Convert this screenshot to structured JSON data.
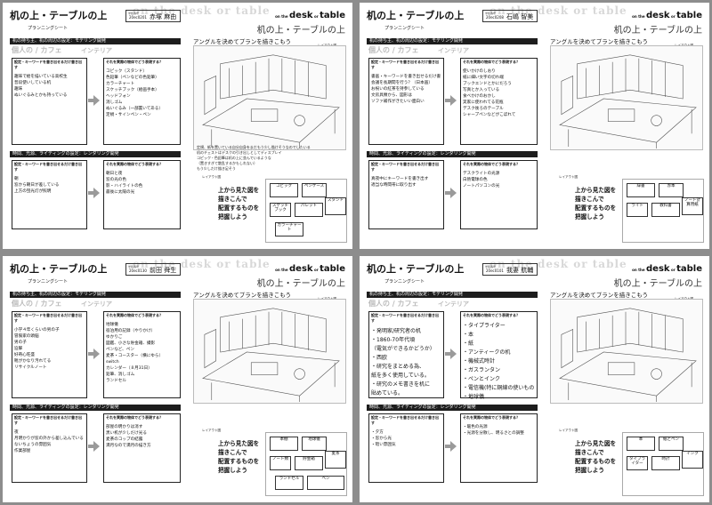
{
  "common": {
    "title": "机の上・テーブルの上",
    "subtitle": "プランニングシート",
    "ghost": "on the desk or table",
    "logo_small": "on the",
    "logo_big": "desk",
    "logo_or": "or",
    "logo_table": "table",
    "jp_title": "机の上・テーブルの上",
    "section1": "机の持ち主、机の周辺の設定：モデリング開発",
    "section2": "時間、光源、ライティングの設定：レンダリング開発",
    "ghost_owner": "個人の / カフェ",
    "ghost_interior": "インテリア",
    "q1_head": "設定・キーワードを書き出せるだけ書き出す",
    "q2_head": "それを実際の物体でどう表現する？",
    "q3_head": "設定・キーワードを書き出せるだけ書き出す",
    "q4_head": "それを実際の物体でどう表現する？",
    "render_head": "アングルを決めてプランを描きこもう",
    "layout": "レイアウト図",
    "top_note": [
      "上から見た図を",
      "描きこんで",
      "配置するものを",
      "把握しよう"
    ],
    "class_label": "学籍番号"
  },
  "sheets": [
    {
      "student_no": "20ec0201",
      "name": "赤塚 麻由",
      "q1": [
        "趣味で絵を描いている高校生",
        "普段使いしている机",
        "趣味",
        "ぬいぐるみとかも持っている"
      ],
      "q2": [
        "コピック（スタンド）",
        "色鉛筆（ペンなどの色鉛筆）",
        "カラーチャート",
        "スケッチブック（絵画手本）",
        "ヘッドフォン",
        "消しゴム",
        "ぬいぐるみ（一部置いてある）",
        "定規・サインペン・ペン"
      ],
      "q3": [
        "朝",
        "窓から朝日が差している",
        "上方の蛍光灯が照明"
      ],
      "q4": [
        "朝日と夜",
        "窓の光の色",
        "影・ハイライトの色",
        "最後に太陽の光"
      ],
      "render_note": [
        "定規、紙を置いている自分自身をまだもう少し描けそうなのでしたいる",
        "机のチェストはデスクの引き出しとしてディスプレイ",
        "コピック・色鉛筆は机の上に並んでいるような",
        "（置きすぎて散乱するかもしれない）",
        "もう少しだけ描き足そう"
      ],
      "plan": [
        "コピック",
        "ペンケース",
        "スケッチブック",
        "パレット",
        "スタンド",
        "カラーチャート"
      ]
    },
    {
      "student_no": "20ec0208",
      "name": "石嶋 智美",
      "q1": [
        "書画・キーワードを書き出せるだけ書き出す",
        "会議を長期間を行う？（日本画）",
        "お祝いの紅茶を持参している",
        "文房具類から、図形は",
        "ソファ補作がきたいい面白い"
      ],
      "q2": [
        "使いかけのしおり",
        "紙に細い文字の切れ端",
        "ブックエンドとかにだろう",
        "写真とか入っている",
        "食べかけのおかし",
        "実家に使われてる花瓶",
        "デスク後ろのテーブル",
        "シャープペンなどがこぼれて"
      ],
      "q3": [
        "真夜中にキーワードを書き出す",
        "適当な時間帯に取り出す"
      ],
      "q4": [
        "デスクライトの光源",
        "白熱電球の色",
        "ノートパソコンの光"
      ],
      "render_note": [],
      "plan": [
        "辞書",
        "赤本",
        "ライト",
        "教科書",
        "ノート計算用紙"
      ]
    },
    {
      "student_no": "20ec0130",
      "name": "前田 舜生",
      "q1": [
        "小学４年くらいの男の子",
        "冒険家の頭脳",
        "男の子",
        "迫撃",
        "好奇心旺盛",
        "",
        "靴がかなり汚れてる",
        "",
        "リサイクルノート"
      ],
      "q2": [
        "地球儀",
        "宿泊用の記録（やりかけ）",
        "ゆかりご",
        "図鑑、小さな貯金箱、撮影",
        "ペンなど、ペン",
        "麦茶・コースター（横にゆら）",
        "switch",
        "カレンダー（８月31日）",
        "鉛筆、消しゴム",
        "ランドセル"
      ],
      "q3": [
        "夜",
        "月明かりが窓の外から差し込んでいる",
        "ないちょうの雰囲気",
        "作業部屋"
      ],
      "q4": [
        "部屋の明かりは消す",
        "黒い机が少しだけ光る",
        "麦茶のコップの結露",
        "満月なので満月の描き方"
      ],
      "render_note": [],
      "plan": [
        "本棚",
        "地球儀",
        "ノート類",
        "貯金箱",
        "麦茶",
        "ランドセル",
        "ペン"
      ]
    },
    {
      "student_no": "20ec0101",
      "name": "我妻 航輔",
      "q1": [
        "・発明家/研究者の机",
        "・1860-70年代頃",
        "（電気ができるかどうか）",
        "・西欧",
        "・研究をまとめる為、",
        "紙を多く使用している。",
        "・研究のメモ書きを机に",
        "貼めている。"
      ],
      "q2": [
        "・タイプライター",
        "・本",
        "・紙",
        "・アンティークの机",
        "・機械式時計",
        "・ガスランタン",
        "・ペンとインク",
        "・電信機(特に銅線の使いもの)",
        "・地球儀"
      ],
      "q3": [
        "・夕方",
        "・窓から光",
        "・暗い雰囲気"
      ],
      "q4": [
        "・暖色の光源",
        "・光源を分散し、明るさとの調整"
      ],
      "render_note": [],
      "plan": [
        "本",
        "紙とペン",
        "タイプライター",
        "時計",
        "インク"
      ]
    }
  ]
}
